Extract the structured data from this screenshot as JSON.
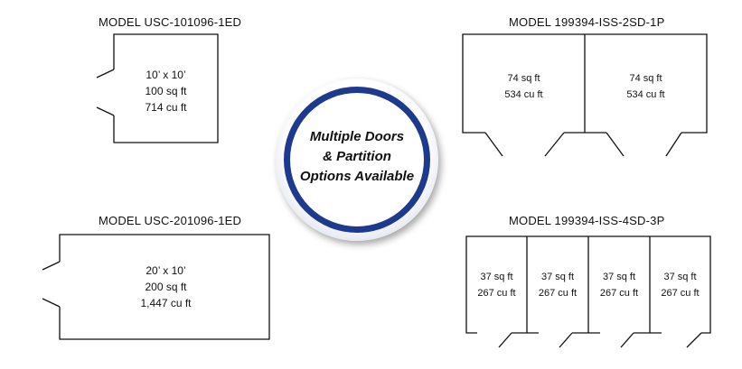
{
  "plans": {
    "usc101096": {
      "model": "MODEL USC-101096-1ED",
      "dimensions": "10’ x 10’",
      "area": "100 sq ft",
      "volume": "714 cu ft"
    },
    "usc201096": {
      "model": "MODEL USC-201096-1ED",
      "dimensions": "20’ x 10’",
      "area": "200 sq ft",
      "volume": "1,447 cu ft"
    },
    "iss2sd": {
      "model": "MODEL 199394-ISS-2SD-1P",
      "rooms": [
        {
          "area": "74 sq ft",
          "volume": "534 cu ft"
        },
        {
          "area": "74 sq ft",
          "volume": "534 cu ft"
        }
      ]
    },
    "iss4sd": {
      "model": "MODEL 199394-ISS-4SD-3P",
      "rooms": [
        {
          "area": "37 sq ft",
          "volume": "267 cu ft"
        },
        {
          "area": "37 sq ft",
          "volume": "267 cu ft"
        },
        {
          "area": "37 sq ft",
          "volume": "267 cu ft"
        },
        {
          "area": "37 sq ft",
          "volume": "267 cu ft"
        }
      ]
    }
  },
  "badge": {
    "line1": "Multiple Doors",
    "line2": "& Partition",
    "line3": "Options Available",
    "ring_color": "#1d3a8f"
  }
}
